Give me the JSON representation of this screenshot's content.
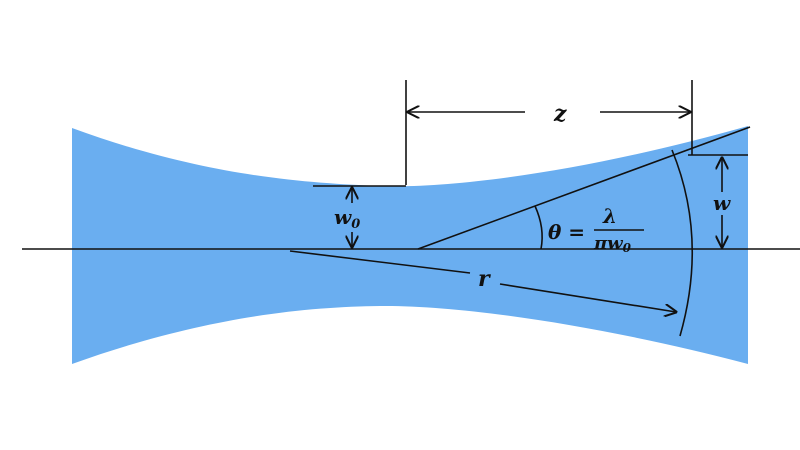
{
  "colors": {
    "beam": "#6aaef0",
    "ink": "#111111",
    "background": "#ffffff"
  },
  "labels": {
    "z": "z",
    "w0_main": "w",
    "w0_sub": "0",
    "w": "w",
    "r": "r",
    "theta_lhs": "θ =",
    "theta_num": "λ",
    "theta_den_main": "πw",
    "theta_den_sub": "0"
  }
}
